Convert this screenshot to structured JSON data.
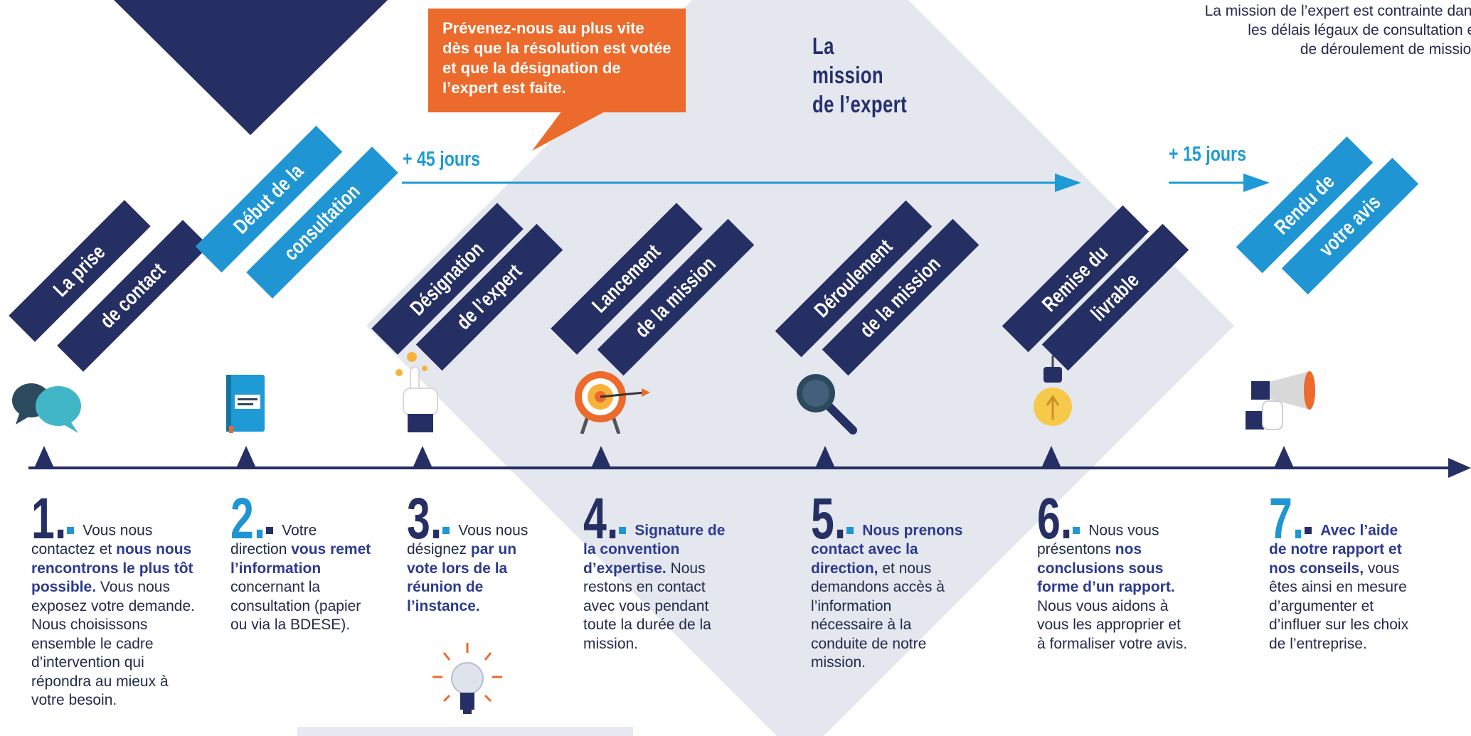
{
  "colors": {
    "navy": "#262f63",
    "blue": "#1f96d3",
    "orange": "#ec6a2b",
    "diamond": "#e4e7ee",
    "text": "#222a4a",
    "emphasis": "#2c3a8f"
  },
  "header_note": {
    "line1": "La mission de l’expert est contrainte dans",
    "line2": "les délais légaux de consultation et",
    "line3": "de déroulement de mission"
  },
  "mission_label": {
    "line1": "La",
    "line2": "mission",
    "line3": "de l’expert"
  },
  "callout": {
    "text": "Prévenez-nous au plus vite dès que la résolution est votée et que la désignation de l’expert est faite."
  },
  "durations": {
    "first": "+ 45 jours",
    "second": "+ 15 jours"
  },
  "stages": [
    {
      "line1": "La prise",
      "line2": "de contact",
      "style1": "dark",
      "style2": "dark",
      "icon": "speech-bubbles-icon"
    },
    {
      "line1": "Début de la",
      "line2": "consultation",
      "style1": "blue",
      "style2": "blue",
      "icon": "book-icon"
    },
    {
      "line1": "Désignation",
      "line2": "de l’expert",
      "style1": "dark",
      "style2": "dark",
      "icon": "pointing-hand-icon"
    },
    {
      "line1": "Lancement",
      "line2": "de la mission",
      "style1": "dark",
      "style2": "dark",
      "icon": "target-icon"
    },
    {
      "line1": "Déroulement",
      "line2": "de la mission",
      "style1": "dark",
      "style2": "dark",
      "icon": "magnifier-icon"
    },
    {
      "line1": "Remise du",
      "line2": "livrable",
      "style1": "dark",
      "style2": "dark",
      "icon": "light-bulb-icon"
    },
    {
      "line1": "Rendu de",
      "line2": "votre avis",
      "style1": "blue",
      "style2": "blue",
      "icon": "megaphone-icon"
    }
  ],
  "steps": [
    {
      "number": "1.",
      "intro": "Vous nous contactez et ",
      "bold": "nous nous rencontrons le plus tôt possible.",
      "rest": " Vous nous exposez votre demande. Nous choisissons ensemble le cadre d’intervention qui répondra au mieux à votre besoin."
    },
    {
      "number": "2.",
      "intro": "Votre direction ",
      "bold": "vous remet l’information",
      "rest": " concernant la consultation (papier ou via la BDESE)."
    },
    {
      "number": "3.",
      "intro": "Vous nous désignez ",
      "bold": "par un vote lors de la réunion de l’instance.",
      "rest": ""
    },
    {
      "number": "4.",
      "intro": "",
      "bold": "Signature de la convention d’expertise.",
      "rest": " Nous restons en contact avec vous pendant toute la durée de la mission."
    },
    {
      "number": "5.",
      "intro": "",
      "bold": "Nous prenons contact avec la direction,",
      "rest": " et nous demandons accès à l’information nécessaire à la conduite de notre mission."
    },
    {
      "number": "6.",
      "intro": "Nous vous présentons ",
      "bold": "nos conclusions sous forme d’un rapport.",
      "rest": " Nous vous aidons à vous les approprier et à formaliser votre avis."
    },
    {
      "number": "7.",
      "intro": "",
      "bold": "Avec l’aide de notre rapport et nos conseils,",
      "rest": " vous êtes ainsi en mesure d’argumenter et d’influer sur les choix de l’entreprise."
    }
  ],
  "tip_icon": "light-bulb-outline-icon"
}
